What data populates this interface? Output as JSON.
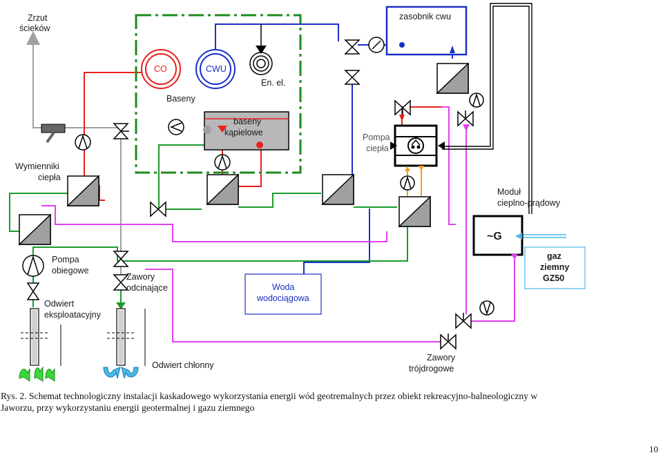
{
  "labels": {
    "zrzut_1": "Zrzut",
    "zrzut_2": "ścieków",
    "zasobnik": "zasobnik cwu",
    "co": "CO",
    "cwu": "CWU",
    "en_el": "En. el.",
    "baseny": "Baseny",
    "baseny_kap_1": "baseny",
    "baseny_kap_2": "kąpielowe",
    "pompa_ciepla_1": "Pompa",
    "pompa_ciepla_2": "ciepła",
    "wymienniki_1": "Wymienniki",
    "wymienniki_2": "ciepła",
    "modul_1": "Moduł",
    "modul_2": "cieplno-prądowy",
    "generator": "~G",
    "gaz_1": "gaz",
    "gaz_2": "ziemny",
    "gaz_3": "GZ50",
    "pompa_obiegowe_1": "Pompa",
    "pompa_obiegowe_2": "obiegowe",
    "zawory_odc_1": "Zawory",
    "zawory_odc_2": "odcinające",
    "woda_1": "Woda",
    "woda_2": "wodociągowa",
    "odwiert_eksp_1": "Odwiert",
    "odwiert_eksp_2": "eksploatacyjny",
    "odwiert_chlonny": "Odwiert chłonny",
    "zawory_troj_1": "Zawory",
    "zawory_troj_2": "trójdrogowe"
  },
  "caption": {
    "line1": "Rys. 2. Schemat technologiczny instalacji kaskadowego wykorzystania energii wód geotremalnych przez obiekt rekreacyjno-balneologiczny w",
    "line2": "Jaworzu, przy wykorzystaniu energii geotermalnej i gazu ziemnego"
  },
  "page_number": "10",
  "colors": {
    "red": "#e8201c",
    "blue": "#1a2fc4",
    "green": "#1c9a2c",
    "magenta": "#e040f0",
    "orange": "#f0a020",
    "gray": "#a0a0a0",
    "black": "#000000",
    "cyan": "#4ab8e8",
    "bright_green": "#3ad83a",
    "dash_green": "#1c8a1c"
  }
}
